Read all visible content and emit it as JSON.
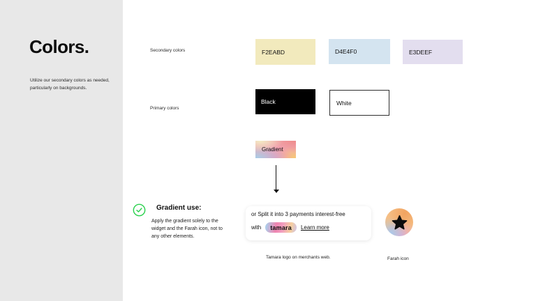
{
  "sidebar": {
    "title": "Colors.",
    "description": {
      "line1": "Utilize our secondary colors as needed,",
      "line2": "particularly on backgrounds."
    }
  },
  "secondary": {
    "label": "Secondary colors",
    "swatches": [
      {
        "name": "F2EABD",
        "hex": "#F2EABD"
      },
      {
        "name": "D4E4F0",
        "hex": "#D4E4F0"
      },
      {
        "name": "E3DEEF",
        "hex": "#E3DEEF"
      }
    ]
  },
  "primary": {
    "label": "Primary colors",
    "swatches": [
      {
        "name": "Black",
        "hex": "#000000"
      },
      {
        "name": "White",
        "hex": "#FFFFFF"
      }
    ]
  },
  "gradient_swatch": {
    "label": "Gradient",
    "palette": [
      "#F2ECC4",
      "#A6CDE8",
      "#F08FB7",
      "#EE8B8B",
      "#F6C873"
    ]
  },
  "gradient_use": {
    "heading": "Gradient use:",
    "body_lines": {
      "line1": "Apply the gradient solely to the",
      "line2": "widget and the Farah icon, not to",
      "line3": "any other elements."
    }
  },
  "widget": {
    "line1": "or Split it into 3 payments interest-free",
    "with_label": "with",
    "logo_text": "tamara",
    "link_text": "Learn more",
    "caption": "Tamara logo on merchants web."
  },
  "farah": {
    "caption": "Farah icon"
  },
  "theme": {
    "sidebar_bg": "#E8E8E8",
    "check_green": "#2BD14E"
  }
}
